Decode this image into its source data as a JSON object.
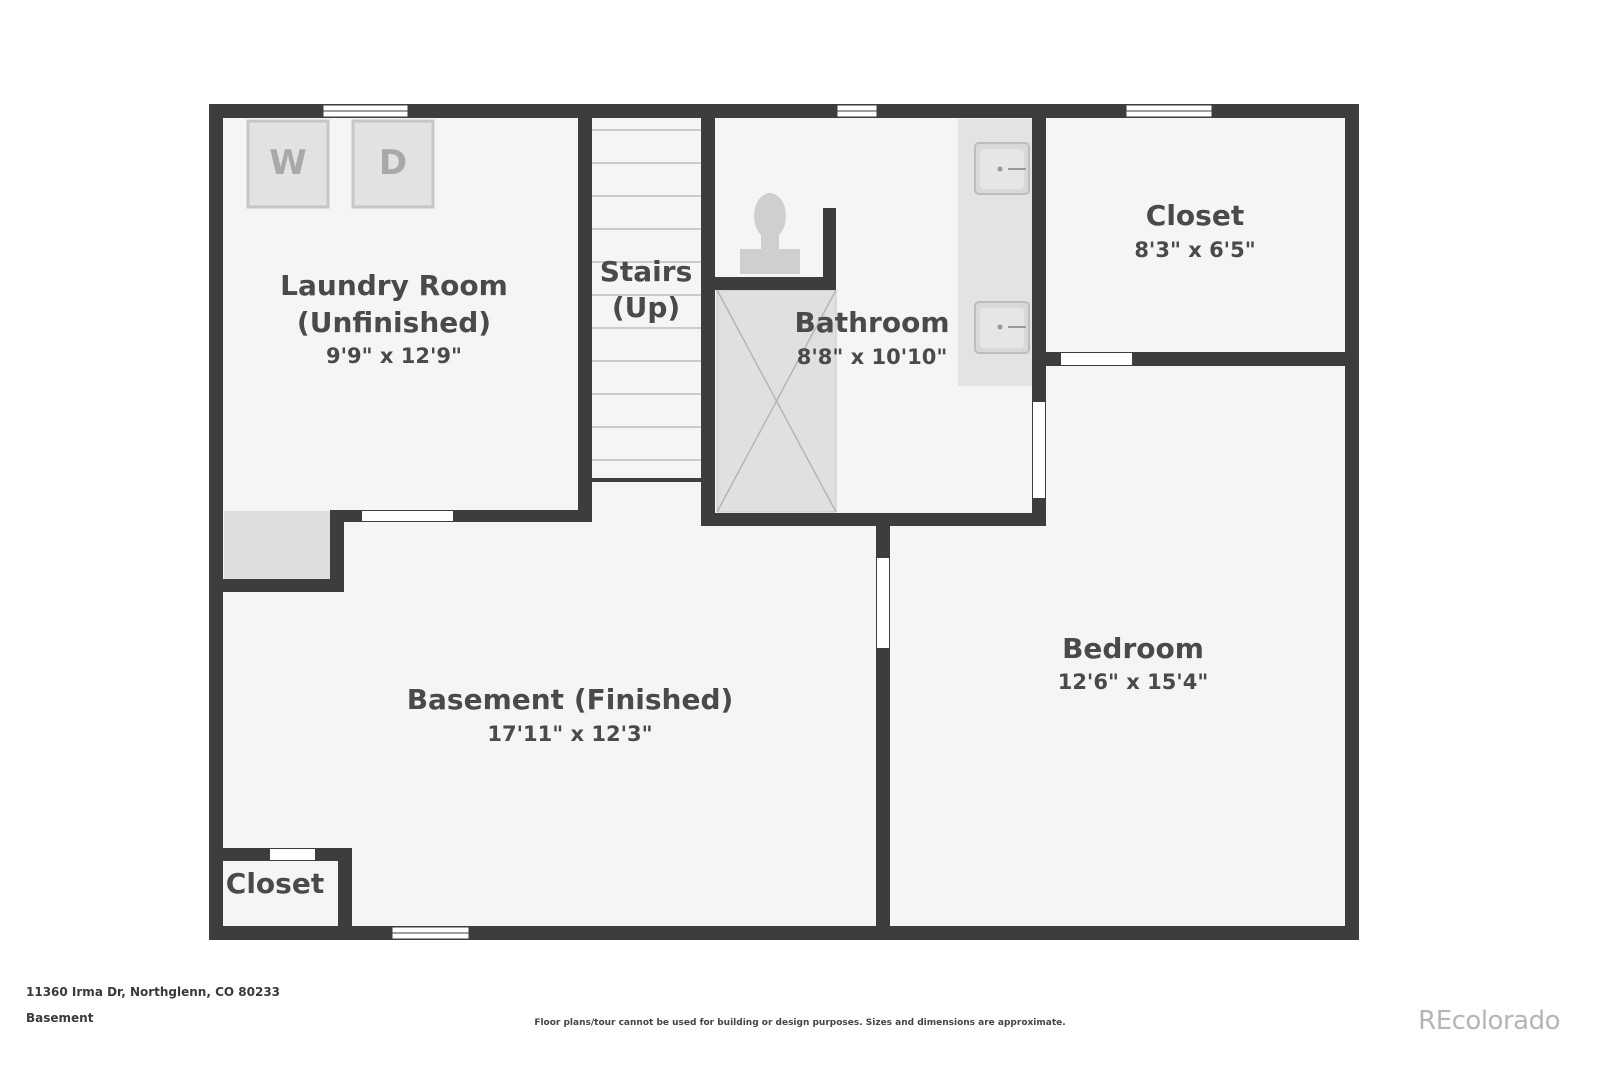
{
  "rooms": {
    "laundry": {
      "name_line1": "Laundry Room",
      "name_line2": "(Unfinished)",
      "dims": "9'9\" x 12'9\""
    },
    "stairs": {
      "name_line1": "Stairs",
      "name_line2": "(Up)"
    },
    "bathroom": {
      "name": "Bathroom",
      "dims": "8'8\" x 10'10\""
    },
    "closet_upper": {
      "name": "Closet",
      "dims": "8'3\" x 6'5\""
    },
    "bedroom": {
      "name": "Bedroom",
      "dims": "12'6\" x 15'4\""
    },
    "basement": {
      "name": "Basement (Finished)",
      "dims": "17'11\" x 12'3\""
    },
    "closet_lower": {
      "name": "Closet"
    }
  },
  "appliances": {
    "washer": "W",
    "dryer": "D"
  },
  "footer": {
    "address": "11360 Irma Dr, Northglenn, CO 80233",
    "level": "Basement",
    "disclaimer": "Floor plans/tour cannot be used for building or design purposes. Sizes and dimensions are approximate.",
    "brand": "REcolorado"
  },
  "colors": {
    "wall": "#3d3d3d",
    "floor": "#f5f5f5",
    "fixture": "#dcdcdc",
    "fixture_stroke": "#b8b8b8"
  }
}
